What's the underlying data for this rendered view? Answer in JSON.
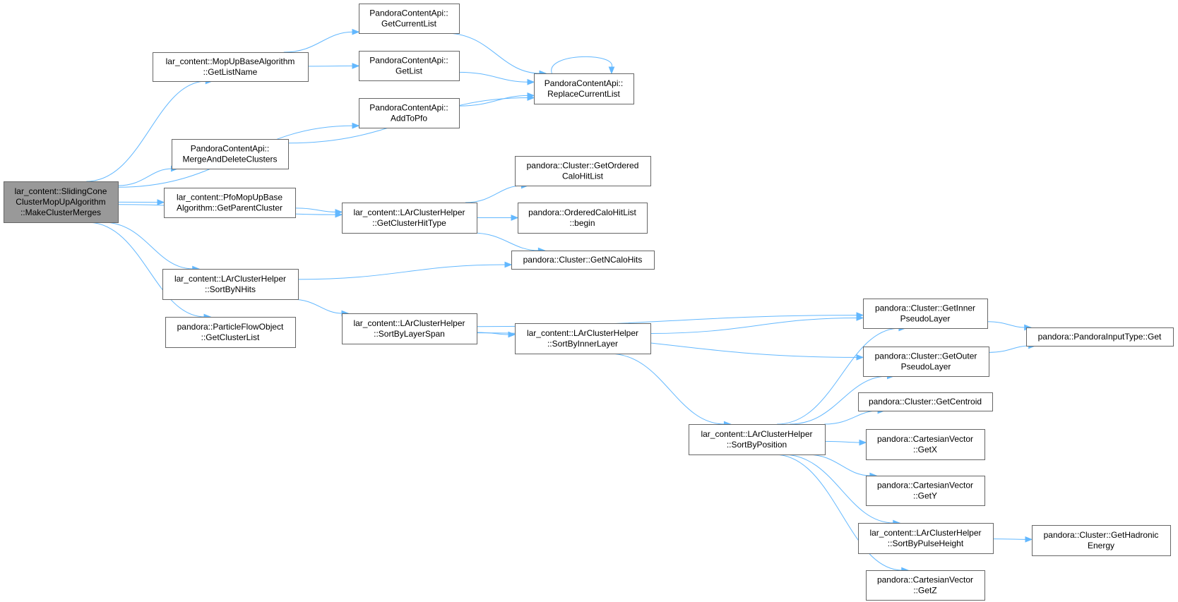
{
  "diagram": {
    "type": "call-graph",
    "colors": {
      "edge": "#63b8ff",
      "node_border": "#666666",
      "root_fill": "#999999",
      "node_fill": "#ffffff"
    },
    "nodes": [
      {
        "id": "root",
        "lines": [
          "lar_content::SlidingCone",
          "ClusterMopUpAlgorithm",
          "::MakeClusterMerges"
        ],
        "root": true
      },
      {
        "id": "mopup_getlistname",
        "lines": [
          "lar_content::MopUpBaseAlgorithm",
          "::GetListName"
        ]
      },
      {
        "id": "pca_getcurrentlist",
        "lines": [
          "PandoraContentApi::",
          "GetCurrentList"
        ]
      },
      {
        "id": "pca_getlist",
        "lines": [
          "PandoraContentApi::",
          "GetList"
        ]
      },
      {
        "id": "pca_addtopfo",
        "lines": [
          "PandoraContentApi::",
          "AddToPfo"
        ]
      },
      {
        "id": "pca_replacecurrentlist",
        "lines": [
          "PandoraContentApi::",
          "ReplaceCurrentList"
        ]
      },
      {
        "id": "pca_mergeanddelete",
        "lines": [
          "PandoraContentApi::",
          "MergeAndDeleteClusters"
        ]
      },
      {
        "id": "pfomopup_getparent",
        "lines": [
          "lar_content::PfoMopUpBase",
          "Algorithm::GetParentCluster"
        ]
      },
      {
        "id": "lar_getclusterhittype",
        "lines": [
          "lar_content::LArClusterHelper",
          "::GetClusterHitType"
        ]
      },
      {
        "id": "cluster_getorderedcalohitlist",
        "lines": [
          "pandora::Cluster::GetOrdered",
          "CaloHitList"
        ]
      },
      {
        "id": "orderedcalohitlist_begin",
        "lines": [
          "pandora::OrderedCaloHitList",
          "::begin"
        ]
      },
      {
        "id": "cluster_getncalohits",
        "lines": [
          "pandora::Cluster::GetNCaloHits"
        ]
      },
      {
        "id": "lar_sortbynhits",
        "lines": [
          "lar_content::LArClusterHelper",
          "::SortByNHits"
        ]
      },
      {
        "id": "pfo_getclusterlist",
        "lines": [
          "pandora::ParticleFlowObject",
          "::GetClusterList"
        ]
      },
      {
        "id": "lar_sortbylayerspan",
        "lines": [
          "lar_content::LArClusterHelper",
          "::SortByLayerSpan"
        ]
      },
      {
        "id": "lar_sortbyinnerlayer",
        "lines": [
          "lar_content::LArClusterHelper",
          "::SortByInnerLayer"
        ]
      },
      {
        "id": "cluster_getinnerpseudolayer",
        "lines": [
          "pandora::Cluster::GetInner",
          "PseudoLayer"
        ]
      },
      {
        "id": "cluster_getouterpseudolayer",
        "lines": [
          "pandora::Cluster::GetOuter",
          "PseudoLayer"
        ]
      },
      {
        "id": "pandorainputtype_get",
        "lines": [
          "pandora::PandoraInputType::Get"
        ]
      },
      {
        "id": "cluster_getcentroid",
        "lines": [
          "pandora::Cluster::GetCentroid"
        ]
      },
      {
        "id": "lar_sortbyposition",
        "lines": [
          "lar_content::LArClusterHelper",
          "::SortByPosition"
        ]
      },
      {
        "id": "cv_getx",
        "lines": [
          "pandora::CartesianVector",
          "::GetX"
        ]
      },
      {
        "id": "cv_gety",
        "lines": [
          "pandora::CartesianVector",
          "::GetY"
        ]
      },
      {
        "id": "lar_sortbypulseheight",
        "lines": [
          "lar_content::LArClusterHelper",
          "::SortByPulseHeight"
        ]
      },
      {
        "id": "cluster_gethadronicenergy",
        "lines": [
          "pandora::Cluster::GetHadronic",
          "Energy"
        ]
      },
      {
        "id": "cv_getz",
        "lines": [
          "pandora::CartesianVector",
          "::GetZ"
        ]
      }
    ],
    "edges": [
      {
        "from": "root",
        "to": "mopup_getlistname"
      },
      {
        "from": "root",
        "to": "pca_addtopfo"
      },
      {
        "from": "root",
        "to": "pca_mergeanddelete"
      },
      {
        "from": "root",
        "to": "pfomopup_getparent"
      },
      {
        "from": "root",
        "to": "lar_getclusterhittype"
      },
      {
        "from": "root",
        "to": "lar_sortbynhits"
      },
      {
        "from": "root",
        "to": "pfo_getclusterlist"
      },
      {
        "from": "mopup_getlistname",
        "to": "pca_getcurrentlist"
      },
      {
        "from": "mopup_getlistname",
        "to": "pca_getlist"
      },
      {
        "from": "pca_getcurrentlist",
        "to": "pca_replacecurrentlist"
      },
      {
        "from": "pca_getlist",
        "to": "pca_replacecurrentlist"
      },
      {
        "from": "pca_addtopfo",
        "to": "pca_replacecurrentlist"
      },
      {
        "from": "pca_mergeanddelete",
        "to": "pca_replacecurrentlist"
      },
      {
        "from": "pca_replacecurrentlist",
        "to": "pca_replacecurrentlist"
      },
      {
        "from": "pfomopup_getparent",
        "to": "lar_getclusterhittype"
      },
      {
        "from": "lar_getclusterhittype",
        "to": "cluster_getorderedcalohitlist"
      },
      {
        "from": "lar_getclusterhittype",
        "to": "orderedcalohitlist_begin"
      },
      {
        "from": "lar_getclusterhittype",
        "to": "cluster_getncalohits"
      },
      {
        "from": "lar_sortbynhits",
        "to": "cluster_getncalohits"
      },
      {
        "from": "lar_sortbynhits",
        "to": "lar_sortbylayerspan"
      },
      {
        "from": "lar_sortbylayerspan",
        "to": "cluster_getinnerpseudolayer"
      },
      {
        "from": "lar_sortbylayerspan",
        "to": "lar_sortbyinnerlayer"
      },
      {
        "from": "lar_sortbylayerspan",
        "to": "cluster_getouterpseudolayer"
      },
      {
        "from": "lar_sortbyinnerlayer",
        "to": "cluster_getinnerpseudolayer"
      },
      {
        "from": "lar_sortbyinnerlayer",
        "to": "lar_sortbyposition"
      },
      {
        "from": "cluster_getinnerpseudolayer",
        "to": "pandorainputtype_get"
      },
      {
        "from": "cluster_getouterpseudolayer",
        "to": "pandorainputtype_get"
      },
      {
        "from": "lar_sortbyposition",
        "to": "cluster_getinnerpseudolayer"
      },
      {
        "from": "lar_sortbyposition",
        "to": "cluster_getouterpseudolayer"
      },
      {
        "from": "lar_sortbyposition",
        "to": "cluster_getcentroid"
      },
      {
        "from": "lar_sortbyposition",
        "to": "cv_getx"
      },
      {
        "from": "lar_sortbyposition",
        "to": "cv_gety"
      },
      {
        "from": "lar_sortbyposition",
        "to": "lar_sortbypulseheight"
      },
      {
        "from": "lar_sortbyposition",
        "to": "cv_getz"
      },
      {
        "from": "lar_sortbypulseheight",
        "to": "cluster_gethadronicenergy"
      }
    ]
  }
}
